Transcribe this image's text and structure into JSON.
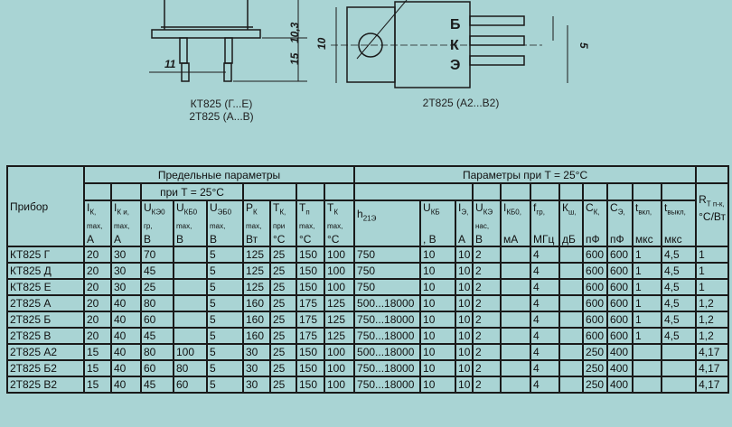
{
  "drawing": {
    "left_caption_1": "КТ825 (Г...Е)",
    "left_caption_2": "2Т825 (А...В)",
    "right_caption": "2Т825 (А2...В2)",
    "dims": {
      "d10_3": "10,3",
      "d15": "15",
      "d11": "11",
      "d10": "10",
      "d5": "5"
    },
    "pins": {
      "b": "Б",
      "k": "К",
      "e": "Э"
    }
  },
  "table": {
    "device_header": "Прибор",
    "limit_header": "Предельные параметры",
    "limit_sub": "при T = 25°C",
    "param_header": "Параметры при T = 25°C",
    "columns": [
      {
        "main": "I",
        "sub": "К,",
        "note": "max,",
        "unit": "А"
      },
      {
        "main": "I",
        "sub": "К и,",
        "note": "max,",
        "unit": "А"
      },
      {
        "main": "U",
        "sub": "КЭ0",
        "note": "гр,",
        "unit": "В"
      },
      {
        "main": "U",
        "sub": "КБ0",
        "note": "max,",
        "unit": "В"
      },
      {
        "main": "U",
        "sub": "ЭБ0",
        "note": "max,",
        "unit": "В"
      },
      {
        "main": "P",
        "sub": "К",
        "note": "max,",
        "unit": "Вт"
      },
      {
        "main": "T",
        "sub": "К,",
        "note": "при",
        "unit": "°С"
      },
      {
        "main": "T",
        "sub": "п",
        "note": "max,",
        "unit": "°С"
      },
      {
        "main": "T",
        "sub": "К",
        "note": "max,",
        "unit": "°С"
      },
      {
        "main": "h",
        "sub": "21Э",
        "note": "",
        "unit": ""
      },
      {
        "main": "U",
        "sub": "КБ",
        "note": "",
        "unit": ", В"
      },
      {
        "main": "I",
        "sub": "Э,",
        "note": "",
        "unit": "А"
      },
      {
        "main": "U",
        "sub": "КЭ",
        "note": "нас,",
        "unit": "В"
      },
      {
        "main": "I",
        "sub": "КБ0,",
        "note": "",
        "unit": "мА"
      },
      {
        "main": "f",
        "sub": "гр,",
        "note": "",
        "unit": "МГц"
      },
      {
        "main": "К",
        "sub": "ш,",
        "note": "",
        "unit": "дБ"
      },
      {
        "main": "С",
        "sub": "К,",
        "note": "",
        "unit": "пФ"
      },
      {
        "main": "С",
        "sub": "Э,",
        "note": "",
        "unit": "пФ"
      },
      {
        "main": "t",
        "sub": "вкл,",
        "note": "",
        "unit": "мкс"
      },
      {
        "main": "t",
        "sub": "выкл,",
        "note": "",
        "unit": "мкс"
      }
    ],
    "rt": {
      "main": "R",
      "sub": "Т п-к,",
      "unit": "°С/Вт"
    },
    "rows": [
      [
        "КТ825 Г",
        "20",
        "30",
        "70",
        "",
        "5",
        "125",
        "25",
        "150",
        "100",
        "750",
        "10",
        "10",
        "2",
        "",
        "4",
        "",
        "600",
        "600",
        "1",
        "4,5",
        "1"
      ],
      [
        "КТ825 Д",
        "20",
        "30",
        "45",
        "",
        "5",
        "125",
        "25",
        "150",
        "100",
        "750",
        "10",
        "10",
        "2",
        "",
        "4",
        "",
        "600",
        "600",
        "1",
        "4,5",
        "1"
      ],
      [
        "КТ825 Е",
        "20",
        "30",
        "25",
        "",
        "5",
        "125",
        "25",
        "150",
        "100",
        "750",
        "10",
        "10",
        "2",
        "",
        "4",
        "",
        "600",
        "600",
        "1",
        "4,5",
        "1"
      ],
      [
        "2Т825 А",
        "20",
        "40",
        "80",
        "",
        "5",
        "160",
        "25",
        "175",
        "125",
        "500...18000",
        "10",
        "10",
        "2",
        "",
        "4",
        "",
        "600",
        "600",
        "1",
        "4,5",
        "1,2"
      ],
      [
        "2Т825 Б",
        "20",
        "40",
        "60",
        "",
        "5",
        "160",
        "25",
        "175",
        "125",
        "750...18000",
        "10",
        "10",
        "2",
        "",
        "4",
        "",
        "600",
        "600",
        "1",
        "4,5",
        "1,2"
      ],
      [
        "2Т825 В",
        "20",
        "40",
        "45",
        "",
        "5",
        "160",
        "25",
        "175",
        "125",
        "750...18000",
        "10",
        "10",
        "2",
        "",
        "4",
        "",
        "600",
        "600",
        "1",
        "4,5",
        "1,2"
      ],
      [
        "2Т825 А2",
        "15",
        "40",
        "80",
        "100",
        "5",
        "30",
        "25",
        "150",
        "100",
        "500...18000",
        "10",
        "10",
        "2",
        "",
        "4",
        "",
        "250",
        "400",
        "",
        "",
        "4,17"
      ],
      [
        "2Т825 Б2",
        "15",
        "40",
        "60",
        "80",
        "5",
        "30",
        "25",
        "150",
        "100",
        "750...18000",
        "10",
        "10",
        "2",
        "",
        "4",
        "",
        "250",
        "400",
        "",
        "",
        "4,17"
      ],
      [
        "2Т825 В2",
        "15",
        "40",
        "45",
        "60",
        "5",
        "30",
        "25",
        "150",
        "100",
        "750...18000",
        "10",
        "10",
        "2",
        "",
        "4",
        "",
        "250",
        "400",
        "",
        "",
        "4,17"
      ]
    ]
  }
}
